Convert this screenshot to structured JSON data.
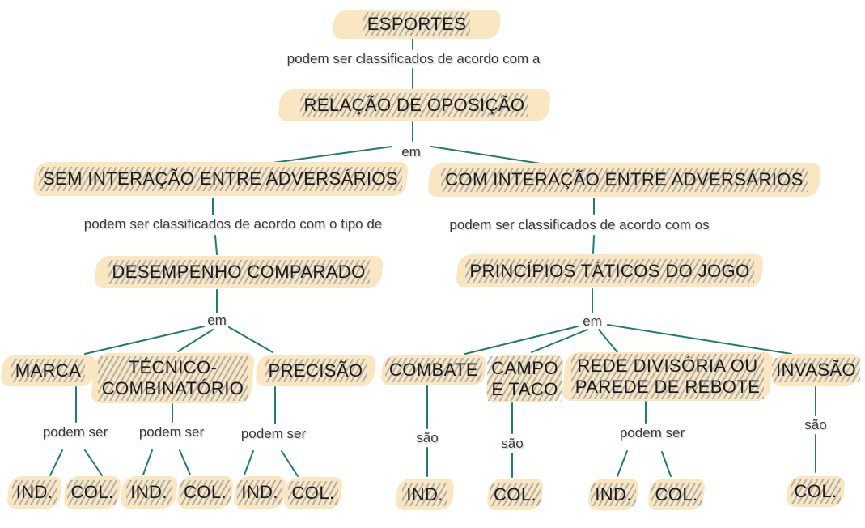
{
  "colors": {
    "node_fill": "#FAE6C1",
    "line": "#1F7B73",
    "node_text": "#1C1C1C",
    "edge_text": "#3A3A3A"
  },
  "nodes": {
    "esportes": "ESPORTES",
    "relacao_de_oposicao": "RELAÇÃO DE OPOSIÇÃO",
    "sem_interacao": "SEM INTERAÇÃO ENTRE ADVERSÁRIOS",
    "com_interacao": "COM INTERAÇÃO ENTRE ADVERSÁRIOS",
    "desempenho_comparado": "DESEMPENHO COMPARADO",
    "principios_taticos": "PRINCÍPIOS TÁTICOS DO JOGO",
    "marca": "MARCA",
    "tecnico_combinatorio": "TÉCNICO-\nCOMBINATÓRIO",
    "precisao": "PRECISÃO",
    "combate": "COMBATE",
    "campo_e_taco": "CAMPO\nE TACO",
    "rede_divisoria": "REDE DIVISÓRIA OU\nPAREDE DE REBOTE",
    "invasao": "INVASÃO",
    "marca_ind": "IND.",
    "marca_col": "COL.",
    "tecnico_ind": "IND.",
    "tecnico_col": "COL.",
    "precisao_ind": "IND.",
    "precisao_col": "COL.",
    "combate_ind": "IND.",
    "campo_col": "COL.",
    "rede_ind": "IND.",
    "rede_col": "COL.",
    "invasao_col": "COL."
  },
  "edge_labels": {
    "esportes_relacao": "podem ser classificados de acordo com a",
    "relacao_em": "em",
    "sem_desempenho": "podem ser classificados de acordo com o tipo de",
    "com_principios": "podem ser classificados de acordo com os",
    "desempenho_em": "em",
    "principios_em": "em",
    "marca_podem_ser": "podem ser",
    "tecnico_podem_ser": "podem ser",
    "precisao_podem_ser": "podem ser",
    "combate_sao": "são",
    "campo_sao": "são",
    "rede_podem_ser": "podem ser",
    "invasao_sao": "são"
  }
}
